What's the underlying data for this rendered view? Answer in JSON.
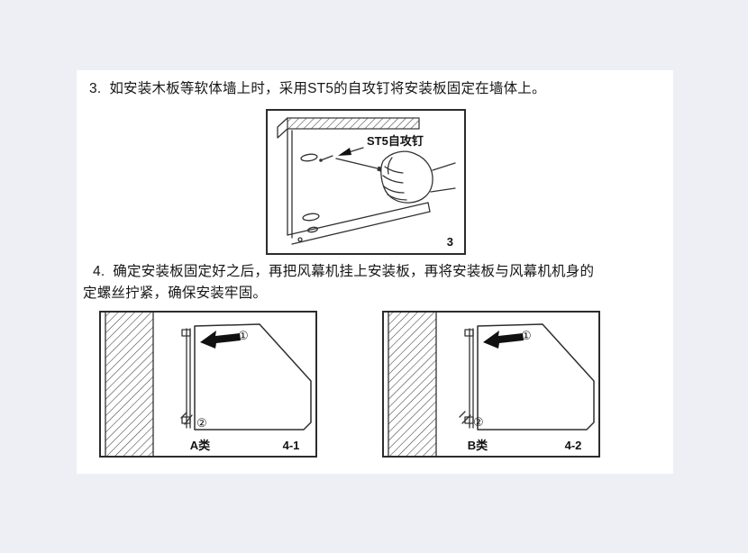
{
  "page": {
    "background_color": "#edeff4",
    "card_color": "#ffffff"
  },
  "steps": {
    "step3": "3.  如安装木板等软体墙上时，采用ST5的自攻钉将安装板固定在墙体上。",
    "step4_line1": "4.  确定安装板固定好之后，再把风幕机挂上安装板，再将安装板与风幕机机身的",
    "step4_line2": "定螺丝拧紧，确保安装牢固。"
  },
  "figure3": {
    "callout_label": "ST5自攻钉",
    "figure_number": "3"
  },
  "figure4_1": {
    "step1_marker": "①",
    "step2_marker": "②",
    "type_label": "A类",
    "figure_number": "4-1"
  },
  "figure4_2": {
    "step1_marker": "①",
    "step2_marker": "②",
    "type_label": "B类",
    "figure_number": "4-2"
  }
}
